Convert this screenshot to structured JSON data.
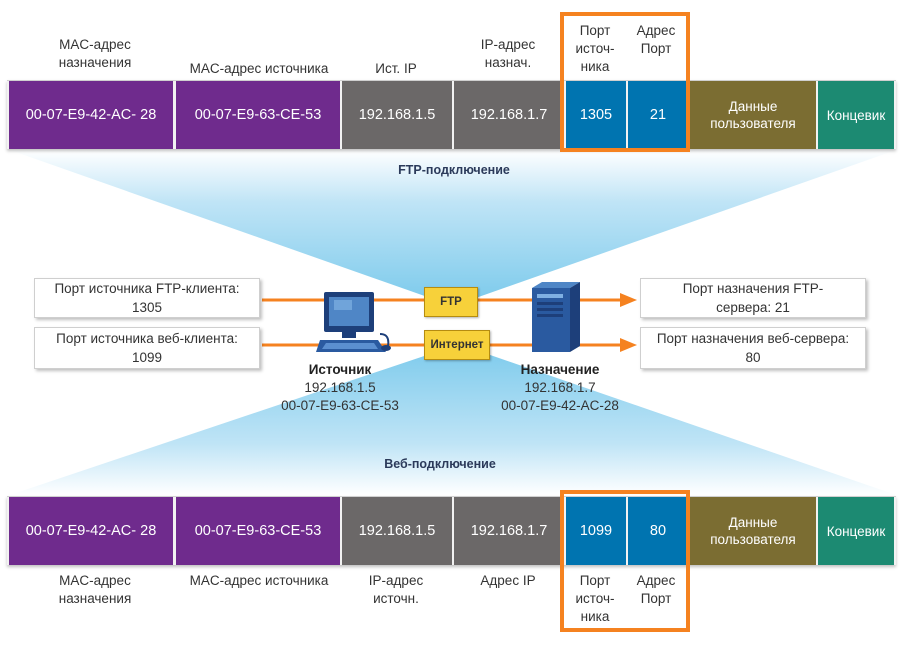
{
  "top_frame": {
    "headers": {
      "dst_mac": "MAC-адрес\nназначения",
      "src_mac": "MAC-адрес источника",
      "src_ip": "Ист. IP",
      "dst_ip": "IP-адрес\nназнач.",
      "src_port": "Порт\nисточ-\nника",
      "dst_port": "Адрес\nПорт"
    },
    "cells": {
      "dst_mac": "00-07-E9-42-AC- 28",
      "src_mac": "00-07-E9-63-CE-53",
      "src_ip": "192.168.1.5",
      "dst_ip": "192.168.1.7",
      "src_port": "1305",
      "dst_port": "21",
      "data": "Данные пользователя",
      "trailer": "Концевик"
    },
    "connection_label": "FTP-подключение"
  },
  "bottom_frame": {
    "headers": {
      "dst_mac": "MAC-адрес\nназначения",
      "src_mac": "MAC-адрес источника",
      "src_ip": "IP-адрес\nисточн.",
      "dst_ip": "Адрес IP",
      "src_port": "Порт\nисточ-\nника",
      "dst_port": "Адрес\nПорт"
    },
    "cells": {
      "dst_mac": "00-07-E9-42-AC- 28",
      "src_mac": "00-07-E9-63-CE-53",
      "src_ip": "192.168.1.5",
      "dst_ip": "192.168.1.7",
      "src_port": "1099",
      "dst_port": "80",
      "data": "Данные пользователя",
      "trailer": "Концевик"
    },
    "connection_label": "Веб-подключение"
  },
  "middle": {
    "left_boxes": {
      "ftp_client": "Порт источника FTP-клиента:\n1305",
      "web_client": "Порт источника веб-клиента:\n1099"
    },
    "right_boxes": {
      "ftp_server": "Порт назначения FTP-\nсервера: 21",
      "web_server": "Порт назначения веб-сервера:\n80"
    },
    "tags": {
      "ftp": "FTP",
      "web": "Интернет"
    },
    "source": {
      "name": "Источник",
      "ip": "192.168.1.5",
      "mac": "00-07-E9-63-CE-53"
    },
    "destination": {
      "name": "Назначение",
      "ip": "192.168.1.7",
      "mac": "00-07-E9-42-AC-28"
    }
  },
  "colors": {
    "mac": "#6f2b8d",
    "ip": "#6b6868",
    "port": "#0074b0",
    "data": "#7b6d32",
    "trailer": "#1c8a72",
    "highlight": "#f58220",
    "beam": "#8fd0ee",
    "arrow": "#f58220"
  }
}
